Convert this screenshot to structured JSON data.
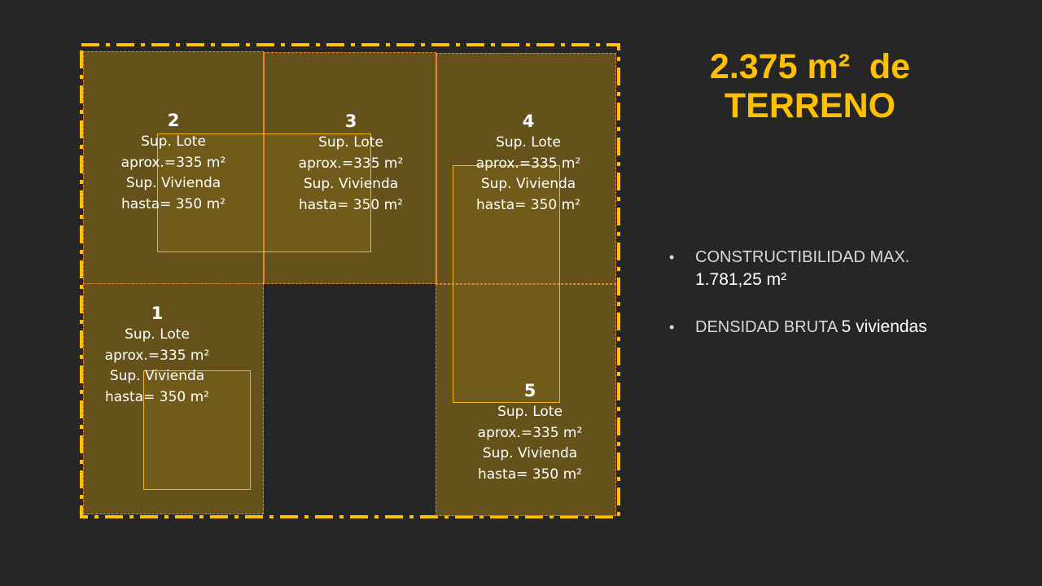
{
  "title": {
    "line1": "2.375 m²  de",
    "line2": "TERRENO"
  },
  "bullets": [
    {
      "label": "CONSTRUCTIBILIDAD MAX.",
      "value": "1.781,25 m²"
    },
    {
      "label": "DENSIDAD BRUTA ",
      "value": "5 viviendas"
    }
  ],
  "lots": [
    {
      "number": "1",
      "line1": "Sup. Lote",
      "line2": "aprox.=335  m²",
      "line3": "Sup. Vivienda",
      "line4": "hasta= 350 m²"
    },
    {
      "number": "2",
      "line1": "Sup. Lote",
      "line2": "aprox.=335  m²",
      "line3": "Sup. Vivienda",
      "line4": "hasta= 350 m²"
    },
    {
      "number": "3",
      "line1": "Sup. Lote",
      "line2": "aprox.=335  m²",
      "line3": "Sup. Vivienda",
      "line4": "hasta= 350 m²"
    },
    {
      "number": "4",
      "line1": "Sup. Lote",
      "line2": "aprox.=335  m²",
      "line3": "Sup. Vivienda",
      "line4": "hasta= 350 m²"
    },
    {
      "number": "5",
      "line1": "Sup. Lote",
      "line2": "aprox.=335  m²",
      "line3": "Sup. Vivienda",
      "line4": "hasta= 350 m²"
    }
  ],
  "colors": {
    "background": "#262626",
    "accent": "#ffc000",
    "lot_border": "#e8843a",
    "house_border": "#f2b70f",
    "lot_fill": "#6b5a1f"
  }
}
